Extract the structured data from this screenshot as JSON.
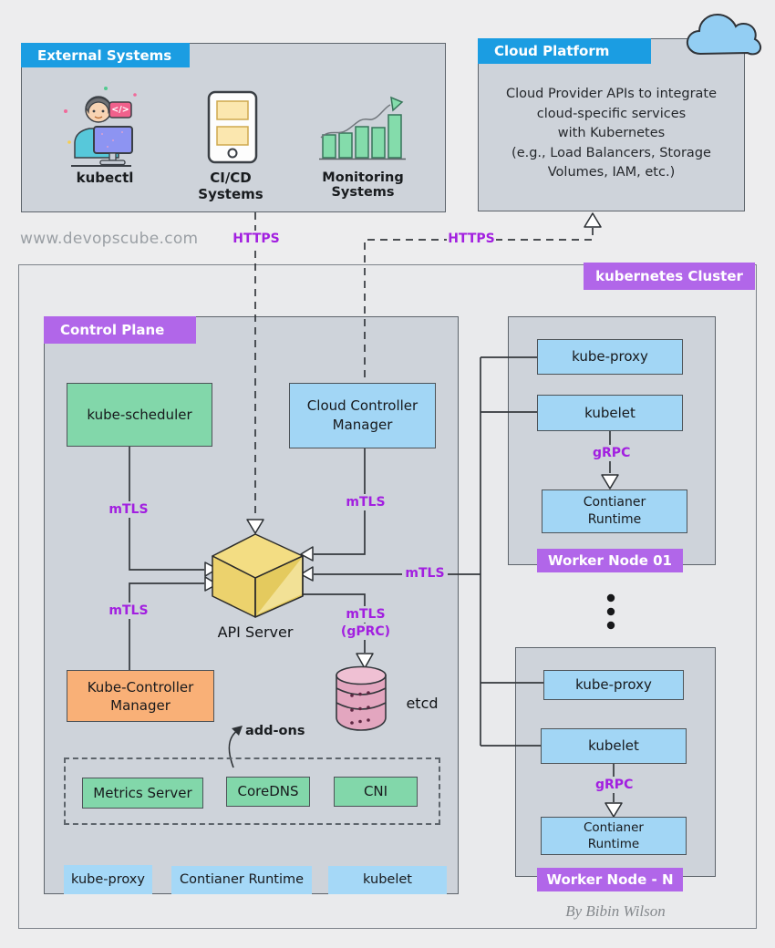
{
  "watermark": "www.devopscube.com",
  "credit": "By Bibin Wilson",
  "colors": {
    "header_blue": "#1b9de2",
    "purple_tab": "#b166e9",
    "connection_purple": "#a21fe0",
    "node_green": "#82d7aa",
    "node_blue": "#a2d6f5",
    "node_orange": "#f9b077",
    "cube_yellow": "#eed272",
    "etcd_pink": "#e3a6bf",
    "panel_gray": "#ced3da"
  },
  "icons": {
    "code_badge": "</>"
  },
  "external_systems": {
    "title": "External Systems",
    "items": [
      {
        "icon": "developer-icon",
        "label": "kubectl"
      },
      {
        "icon": "cicd-icon",
        "label": "CI/CD Systems"
      },
      {
        "icon": "monitoring-icon",
        "label": "Monitoring Systems"
      }
    ]
  },
  "cloud_platform": {
    "title": "Cloud Platform",
    "lines": [
      "Cloud Provider APIs to integrate",
      "cloud-specific services",
      "with Kubernetes",
      "(e.g., Load Balancers, Storage",
      "Volumes, IAM, etc.)"
    ]
  },
  "connections": {
    "https_left": "HTTPS",
    "https_right": "HTTPS",
    "mtls_scheduler": "mTLS",
    "mtls_cloud_controller": "mTLS",
    "mtls_kube_controller": "mTLS",
    "mtls_workers": "mTLS",
    "mtls_etcd": "mTLS",
    "mtls_etcd_sub": "(gPRC)",
    "grpc_wn1": "gRPC",
    "grpc_wnn": "gRPC"
  },
  "cluster": {
    "title": "kubernetes Cluster",
    "control_plane": {
      "title": "Control Plane",
      "kube_scheduler": "kube-scheduler",
      "cloud_controller_manager": [
        "Cloud Controller",
        "Manager"
      ],
      "api_server": "API Server",
      "kube_controller_manager": [
        "Kube-Controller",
        "Manager"
      ],
      "etcd": "etcd",
      "addons_label": "add-ons",
      "addons": [
        "Metrics Server",
        "CoreDNS",
        "CNI"
      ],
      "footer_tags": [
        "kube-proxy",
        "Contianer Runtime",
        "kubelet"
      ]
    },
    "worker_node_1": {
      "title": "Worker Node 01",
      "kube_proxy": "kube-proxy",
      "kubelet": "kubelet",
      "container_runtime": [
        "Contianer",
        "Runtime"
      ]
    },
    "worker_node_n": {
      "title": "Worker Node - N",
      "kube_proxy": "kube-proxy",
      "kubelet": "kubelet",
      "container_runtime": [
        "Contianer",
        "Runtime"
      ]
    }
  }
}
